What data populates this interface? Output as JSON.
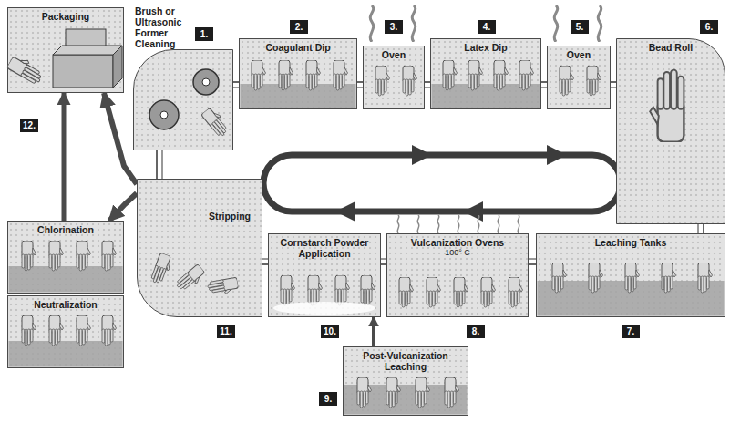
{
  "diagram": {
    "nodes": [
      {
        "text": [
          "Packaging"
        ]
      },
      {
        "text": [
          "Brush or Ultrasonic Former Cleaning"
        ]
      },
      {
        "text": [
          "Coagulant Dip"
        ]
      },
      {
        "text": [
          "Oven"
        ]
      },
      {
        "text": [
          "Latex Dip"
        ]
      },
      {
        "text": [
          "Oven"
        ]
      },
      {
        "text": [
          "Bead Roll"
        ]
      },
      {
        "text": [
          "Leaching Tanks"
        ]
      },
      {
        "text": [
          "Vulcanization Ovens",
          "100° C"
        ]
      },
      {
        "text": [
          "Post-Vulcanization Leaching"
        ]
      },
      {
        "text": [
          "Cornstarch Powder Application"
        ]
      },
      {
        "text": [
          "Stripping"
        ]
      },
      {
        "text": [
          "Chlorination"
        ]
      },
      {
        "text": [
          "Neutralization"
        ]
      }
    ],
    "edges": [
      {
        "from": 11,
        "to": 0,
        "arrow": "to"
      },
      {
        "from": 11,
        "to": 12,
        "arrow": "to"
      },
      {
        "from": 12,
        "to": 0,
        "arrow": "to"
      },
      {
        "from": 9,
        "to": 10,
        "arrow": "to"
      }
    ],
    "labels": [
      "1.",
      "2.",
      "3.",
      "4.",
      "5.",
      "6.",
      "7.",
      "8.",
      "9.",
      "10.",
      "11.",
      "12."
    ]
  }
}
